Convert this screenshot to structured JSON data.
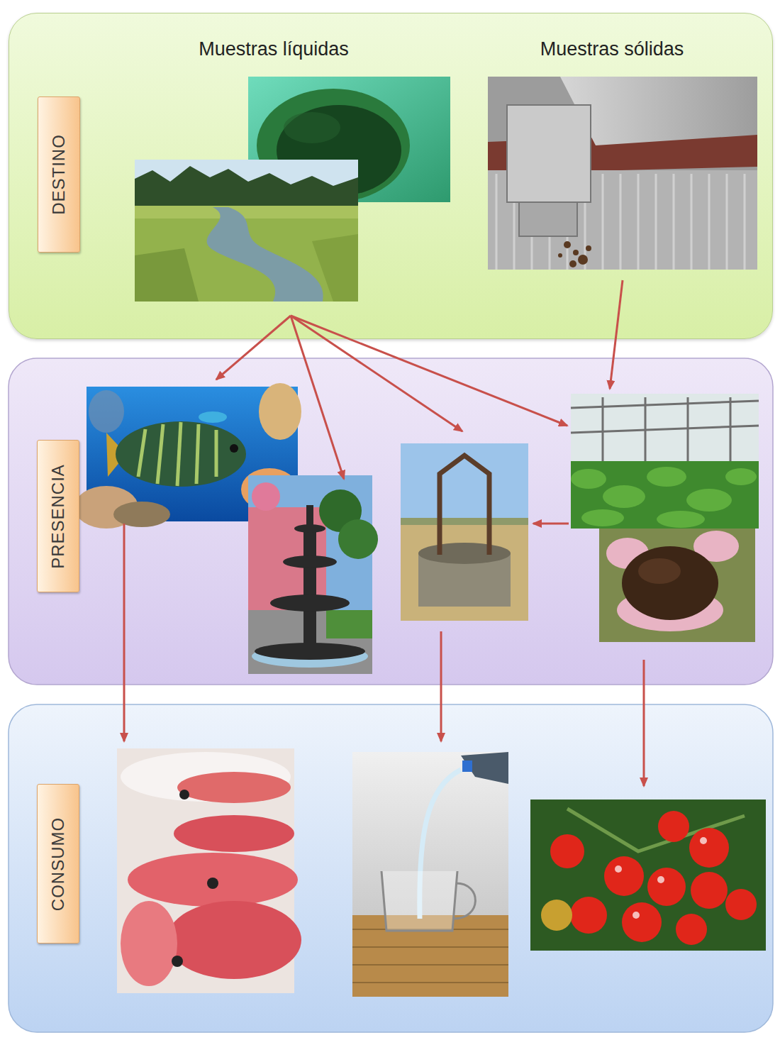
{
  "diagram": {
    "nodes": [
      {
        "text": [
          "Muestras líquidas",
          "Muestras sólidas"
        ]
      },
      {
        "text": [
          "DESTINO"
        ],
        "in": 0
      },
      {
        "text": [
          "PRESENCIA"
        ]
      },
      {
        "text": [
          "CONSUMO"
        ]
      }
    ]
  }
}
